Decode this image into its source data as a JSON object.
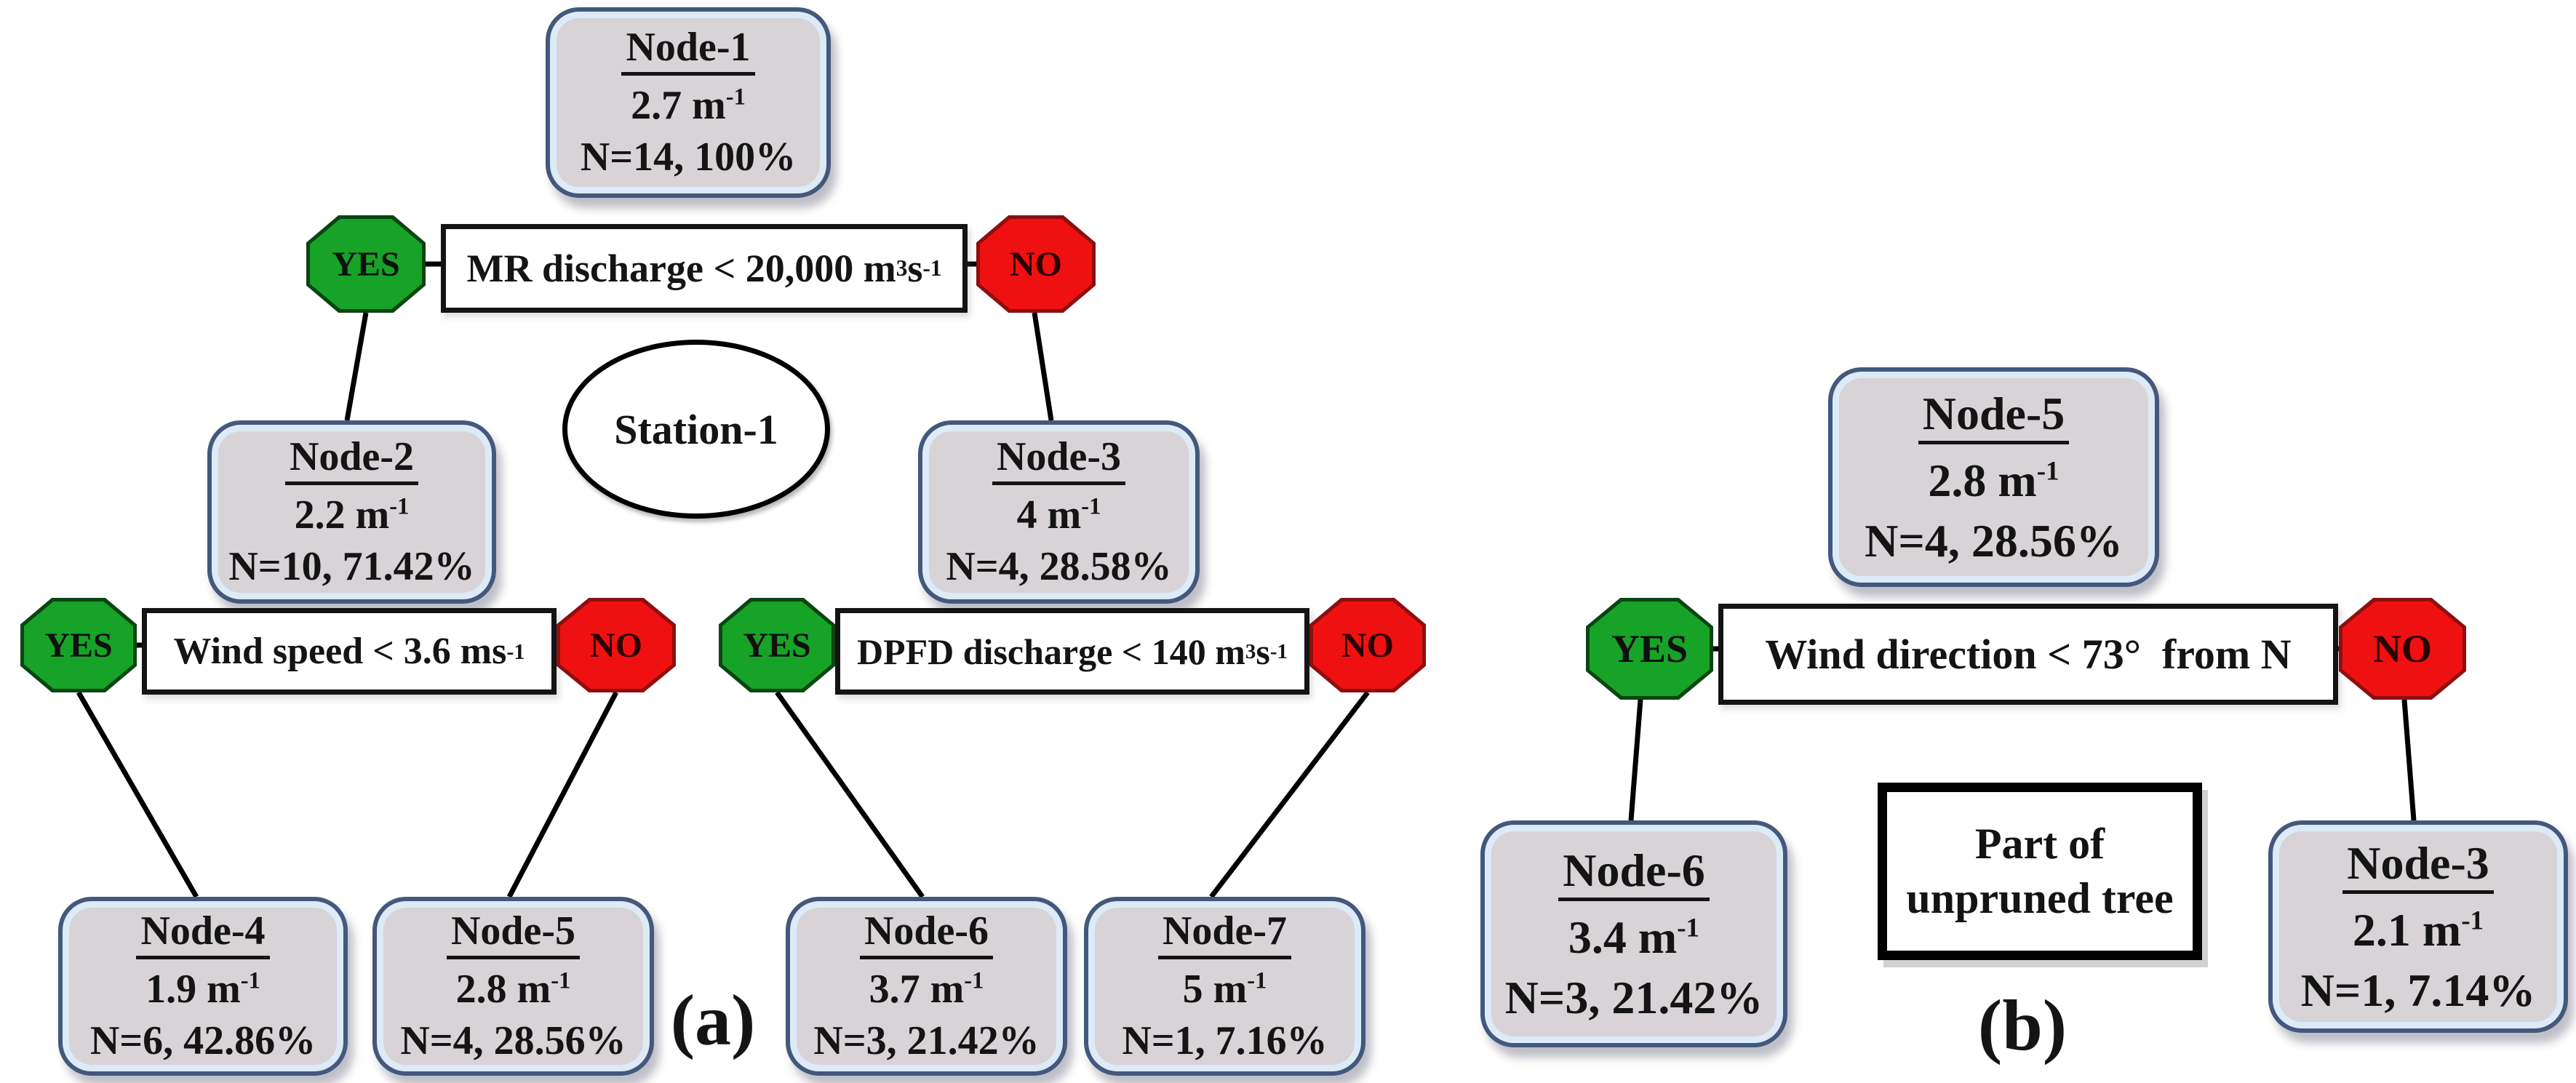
{
  "figure": {
    "background": "#ffffff",
    "colors": {
      "yes_fill": "#17a228",
      "yes_edge": "#0a4512",
      "no_fill": "#ef1111",
      "no_edge": "#8d0f0f",
      "node_fill": "#d7d3d7",
      "node_border": "#43587c",
      "node_rim": "#dcebf7",
      "line": "#000000"
    },
    "octagon": {
      "yes": "YES",
      "no": "NO"
    },
    "tree_a": {
      "label": "(a)",
      "station": "Station-1",
      "node1": {
        "title": "Node-1",
        "value": "2.7 m",
        "sup": "-1",
        "count": "N=14, 100%"
      },
      "node2": {
        "title": "Node-2",
        "value": "2.2 m",
        "sup": "-1",
        "count": "N=10, 71.42%"
      },
      "node3": {
        "title": "Node-3",
        "value": "4 m",
        "sup": "-1",
        "count": "N=4, 28.58%"
      },
      "node4": {
        "title": "Node-4",
        "value": "1.9 m",
        "sup": "-1",
        "count": "N=6, 42.86%"
      },
      "node5": {
        "title": "Node-5",
        "value": "2.8 m",
        "sup": "-1",
        "count": "N=4, 28.56%"
      },
      "node6": {
        "title": "Node-6",
        "value": "3.7 m",
        "sup": "-1",
        "count": "N=3, 21.42%"
      },
      "node7": {
        "title": "Node-7",
        "value": "5 m",
        "sup": "-1",
        "count": "N=1, 7.16%"
      },
      "cond1": {
        "text": "MR discharge < 20,000 m",
        "sup1": "3",
        "text2": "s",
        "sup2": "-1"
      },
      "cond2": {
        "text": "Wind speed < 3.6 ms",
        "sup1": "-1",
        "text2": "",
        "sup2": ""
      },
      "cond3": {
        "text": "DPFD discharge < 140 m",
        "sup1": "3",
        "text2": "s",
        "sup2": "-1"
      }
    },
    "tree_b": {
      "label": "(b)",
      "node5": {
        "title": "Node-5",
        "value": "2.8 m",
        "sup": "-1",
        "count": "N=4, 28.56%"
      },
      "node6": {
        "title": "Node-6",
        "value": "3.4 m",
        "sup": "-1",
        "count": "N=3, 21.42%"
      },
      "node3": {
        "title": "Node-3",
        "value": "2.1 m",
        "sup": "-1",
        "count": "N=1, 7.14%"
      },
      "cond": {
        "text": "Wind direction < 73°  from N",
        "sup1": "",
        "text2": "",
        "sup2": ""
      },
      "part_box": {
        "line1": "Part of",
        "line2": "unpruned tree"
      }
    }
  }
}
